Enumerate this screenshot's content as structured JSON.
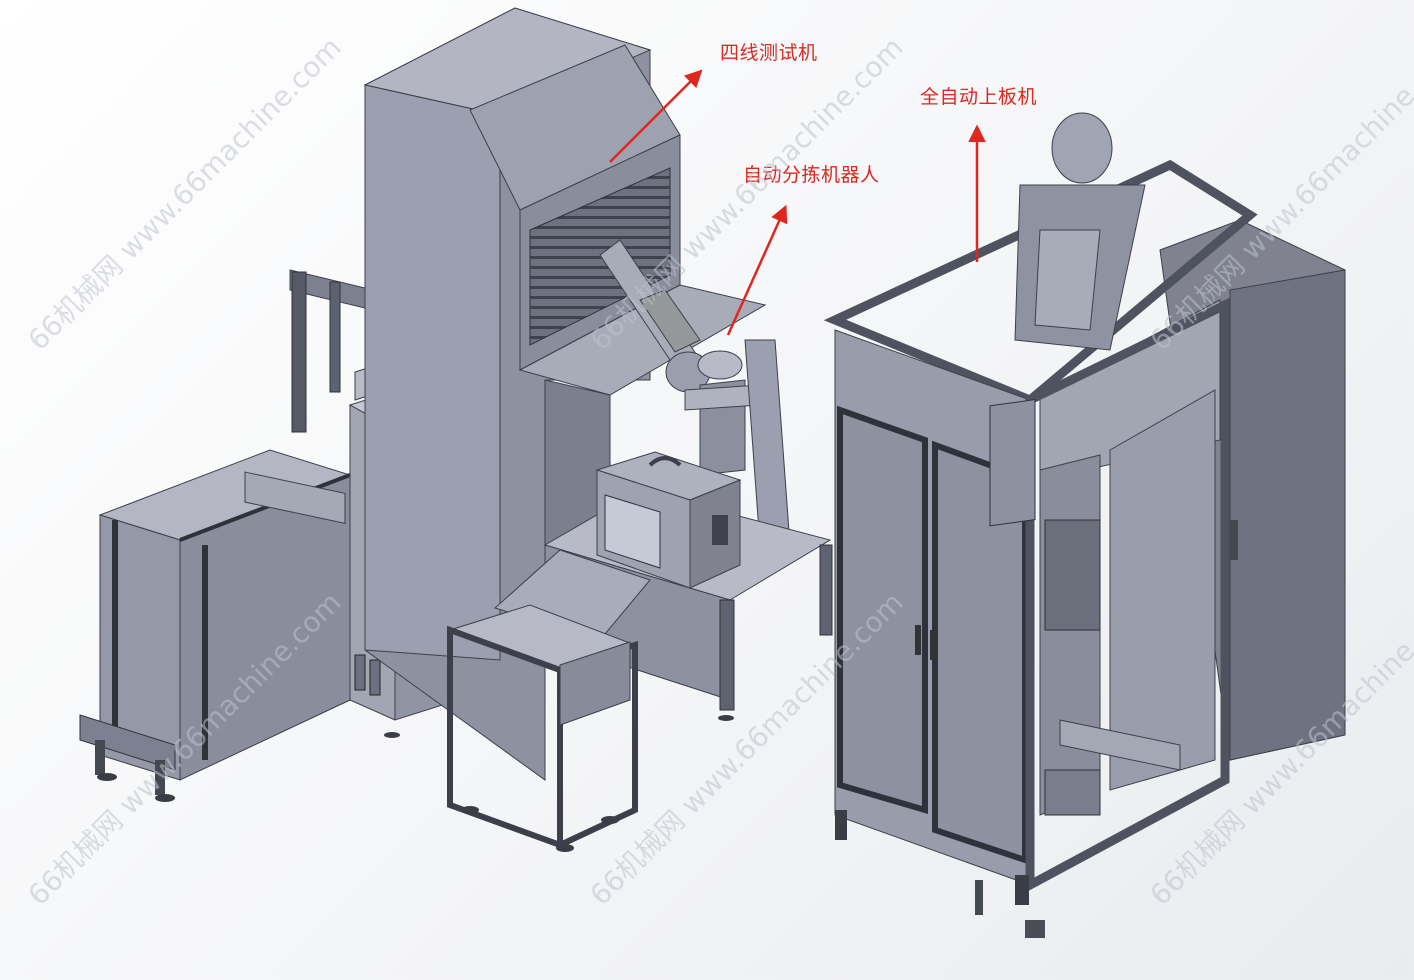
{
  "annotations": {
    "tester": "四线测试机",
    "robot": "自动分拣机器人",
    "loader": "全自动上板机"
  },
  "watermark": {
    "text": "66机械网 www.66machine.com"
  },
  "colors": {
    "annotation": "#e0271f",
    "frame": "#4e535f",
    "panel": "#8c8f9e",
    "panel_light": "#a9acba",
    "panel_dark": "#5f6270"
  }
}
